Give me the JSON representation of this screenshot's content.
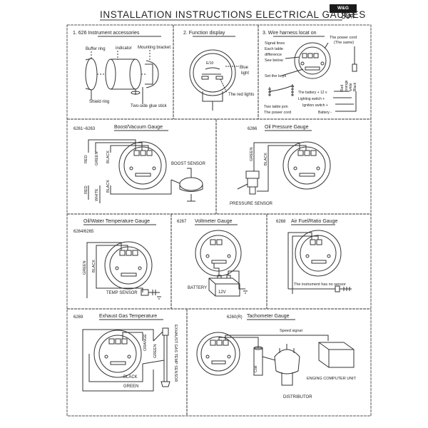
{
  "header": {
    "title": "INSTALLATION INSTRUCTIONS ELECTRICAL GAUGES",
    "logo": "W&G",
    "page_number": "39#"
  },
  "sections": {
    "s1": {
      "title": "1. 626  Instrument accessories",
      "buffer_ring": "Buffer ring",
      "indicator": "indicator",
      "mounting_bracket": "Mounting bracket",
      "shield_ring": "Shield ring",
      "glue_stick": "Two-side glue stick"
    },
    "s2": {
      "title": "2.  Function display",
      "blue_light_1": "Blue",
      "blue_light_2": "light",
      "red_lights": "The red lights"
    },
    "s3": {
      "title": "3.  Wire harness locat on",
      "signal_1": "Signal lines",
      "signal_2": "Each table",
      "signal_3": "difference",
      "signal_4": "See below",
      "set_keys": "Set the keys",
      "power_cord_1": "The power cord",
      "power_cord_2": "(The same)",
      "red": "Red",
      "orange": "orange",
      "white": "white",
      "black": "Black",
      "battery_12v": "The battery + 12 v",
      "lighting": "Lighting switch +",
      "ignition": "Ignition switch +",
      "battery_neg": "Battery -",
      "two_table_1": "Two table join",
      "two_table_2": "The power cord"
    },
    "boost": {
      "code": "6261~6263",
      "title": "Boost/Vacuum Gauge",
      "red_1": "RED",
      "green": "GREEN",
      "black_1": "BLACK",
      "red_2": "RED",
      "white": "WHITE",
      "black_2": "BLACK",
      "sensor": "BOOST SENSOR"
    },
    "oil": {
      "code": "6266",
      "title": "Oil Pressure Gauge",
      "green": "GREEN",
      "black": "BLACK",
      "sensor": "PRESSURE SENSOR"
    },
    "water": {
      "title": "Oil/Water Temperature Gauge",
      "code": "6264/6265",
      "green": "GREEN",
      "black": "BLACK",
      "sensor": "TEMP SENSOR"
    },
    "volt": {
      "code": "6267",
      "title": "Voltmeter Gauge",
      "battery": "BATTERY",
      "v12": "12V"
    },
    "afr": {
      "code": "6268",
      "title": "Air Fuel/Ratio Gauge",
      "note": "The instrument has no sensor"
    },
    "egt": {
      "code": "6269",
      "title": "Exhaust Gas Temperature",
      "orange": "ORANGE",
      "green_1": "GREEN",
      "sensor": "EXHAUST GAS TEMP SENSOR",
      "black": "BLACK",
      "green_2": "GREEN"
    },
    "tach": {
      "code": "6260(R)",
      "title": "Tachometer Gauge",
      "speed": "Speed signal",
      "coil": "Coil",
      "distributor": "DISTRIBUTOR",
      "ecu": "ENGING COMPUTER UNIT"
    }
  }
}
